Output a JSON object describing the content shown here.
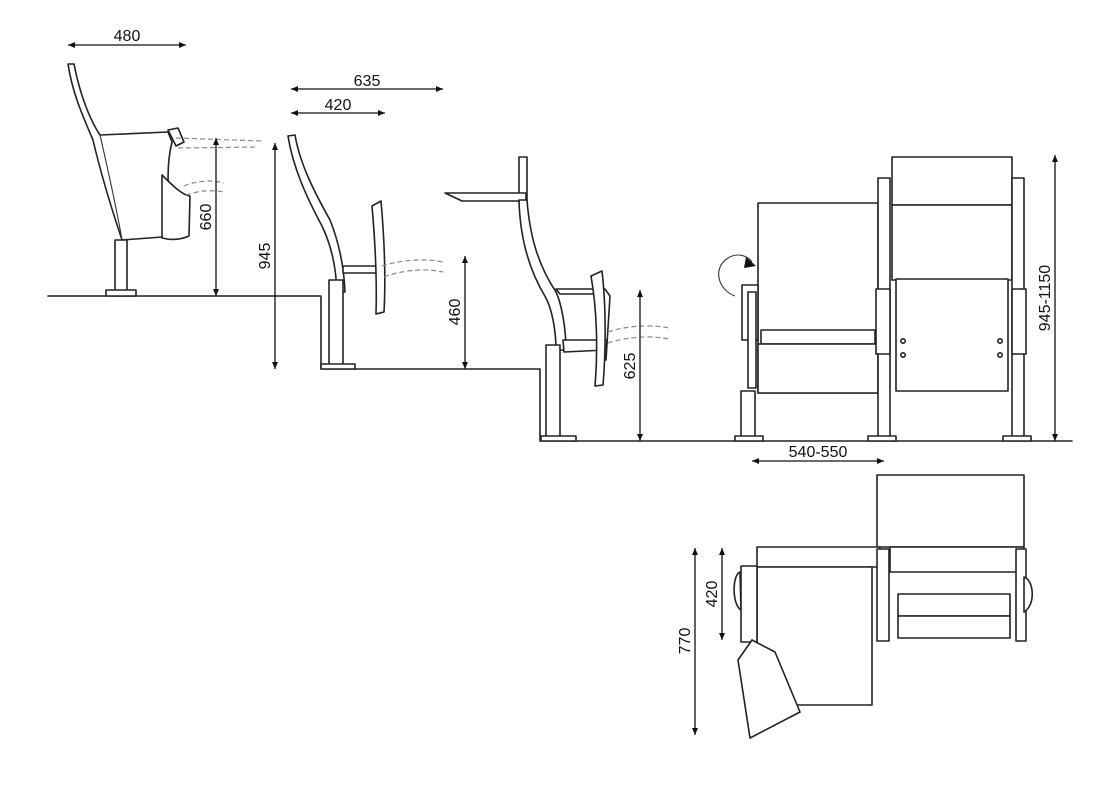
{
  "dimensions": {
    "width_480": "480",
    "depth_635": "635",
    "depth_420": "420",
    "height_660": "660",
    "height_945": "945",
    "height_460": "460",
    "height_625": "625",
    "height_945_1150": "945-1150",
    "spacing_540_550": "540-550",
    "plan_420": "420",
    "plan_770": "770"
  }
}
